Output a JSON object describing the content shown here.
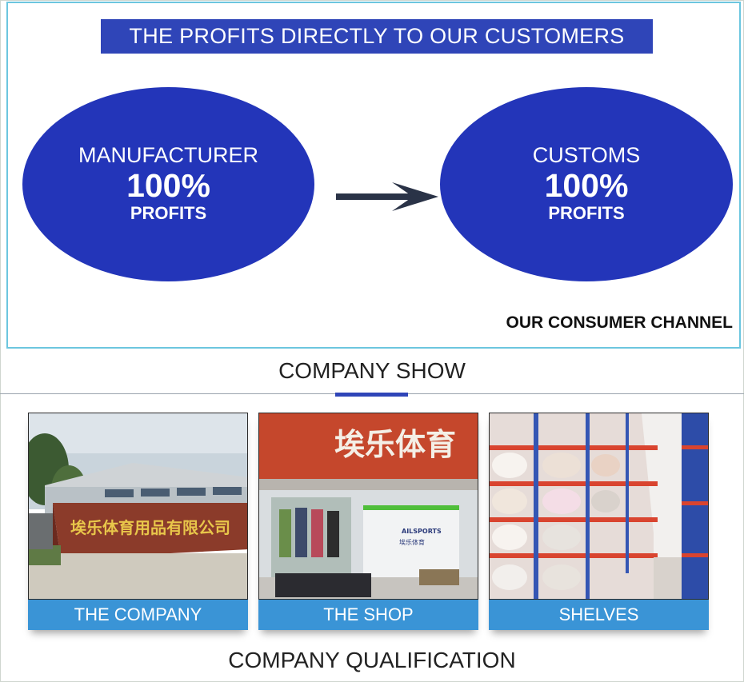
{
  "banner": {
    "title": "THE PROFITS DIRECTLY TO OUR CUSTOMERS"
  },
  "flow": {
    "left": {
      "line1": "MANUFACTURER",
      "line2": "100%",
      "line3": "PROFITS"
    },
    "right": {
      "line1": "CUSTOMS",
      "line2": "100%",
      "line3": "PROFITS"
    },
    "arrow_icon": "right-arrow-icon",
    "caption": "OUR CONSUMER CHANNEL"
  },
  "company_show": {
    "title": "COMPANY SHOW",
    "cards": [
      {
        "label": "THE COMPANY",
        "photo_text": "埃乐体育用品有限公司"
      },
      {
        "label": "THE SHOP",
        "photo_text": "埃乐体育",
        "sign_small": "AILSPORTS",
        "sign_cn": "埃乐体育"
      },
      {
        "label": "SHELVES"
      }
    ]
  },
  "company_qualification": {
    "title": "COMPANY QUALIFICATION"
  },
  "colors": {
    "banner": "#2f45b8",
    "ellipse": "#2335b9",
    "card_label": "#3a94d6",
    "panel_border": "#6cc6df"
  }
}
